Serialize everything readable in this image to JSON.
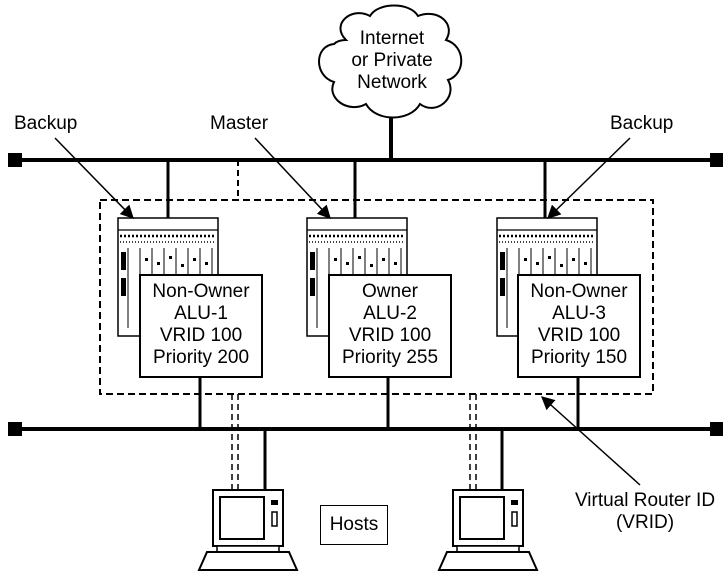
{
  "cloud_label": [
    "Internet",
    "or Private",
    "Network"
  ],
  "role_labels": {
    "left": "Backup",
    "middle": "Master",
    "right": "Backup"
  },
  "routers": [
    {
      "lines": [
        "Non-Owner",
        "ALU-1",
        "VRID 100",
        "Priority 200"
      ]
    },
    {
      "lines": [
        "Owner",
        "ALU-2",
        "VRID 100",
        "Priority 255"
      ]
    },
    {
      "lines": [
        "Non-Owner",
        "ALU-3",
        "VRID 100",
        "Priority 150"
      ]
    }
  ],
  "hosts_label": "Hosts",
  "vrid_label": [
    "Virtual Router ID",
    "(VRID)"
  ],
  "colors": {
    "line": "#000000",
    "background": "#ffffff"
  }
}
